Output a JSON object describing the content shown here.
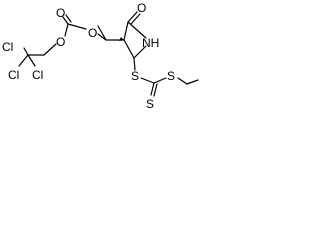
{
  "molecule": {
    "atoms": {
      "o_carbonyl_lactam": "O",
      "n_lactam": "NH",
      "o_carbonate_carbonyl": "O",
      "o_carbonate_left": "O",
      "o_carbonate_right": "O",
      "cl_top": "Cl",
      "cl_left": "Cl",
      "cl_right": "Cl",
      "s_thioether": "S",
      "s_thioester": "S",
      "s_thione": "S"
    }
  },
  "colors": {
    "bond": "#000000",
    "label": "#000000",
    "background": "#ffffff"
  }
}
